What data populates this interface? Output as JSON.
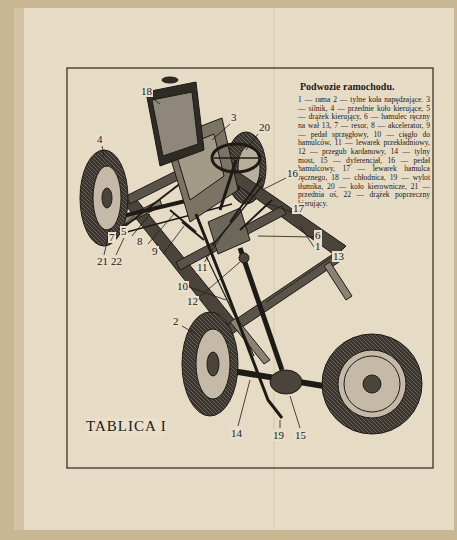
{
  "diagram": {
    "title": "Podwozie ramochodu.",
    "caption": "TABLICA I",
    "labels": [
      "1 — rama 2 — tylne koła napędzające. 3 — silnik, 4 — przednie koło kierujące, 5 — drążek kierujący, 6 — hamulec ręczny na wał 13, 7 — resor, 8 — akcelerator, 9 — pedał sprzęgłowy, 10 — cięgło do hamulców, 11 — lewarek przekładniowy, 12 — przegub kardanowy, 14 — tylny most, 15 — dyferencjał, 16 — pedał hamulcowy, 17 — lewarek hamulca ręcznego, 18 — chłodnica, 19 — wylot tłumika, 20 — koło kierownicze, 21 — przednia oś, 22 — drążek poprzeczny kierujący.",
      "18",
      "3",
      "20",
      "4",
      "16",
      "17",
      "6",
      "1",
      "13",
      "7",
      "5",
      "8",
      "9",
      "11",
      "10",
      "12",
      "21",
      "22",
      "2",
      "14",
      "19",
      "15"
    ]
  }
}
